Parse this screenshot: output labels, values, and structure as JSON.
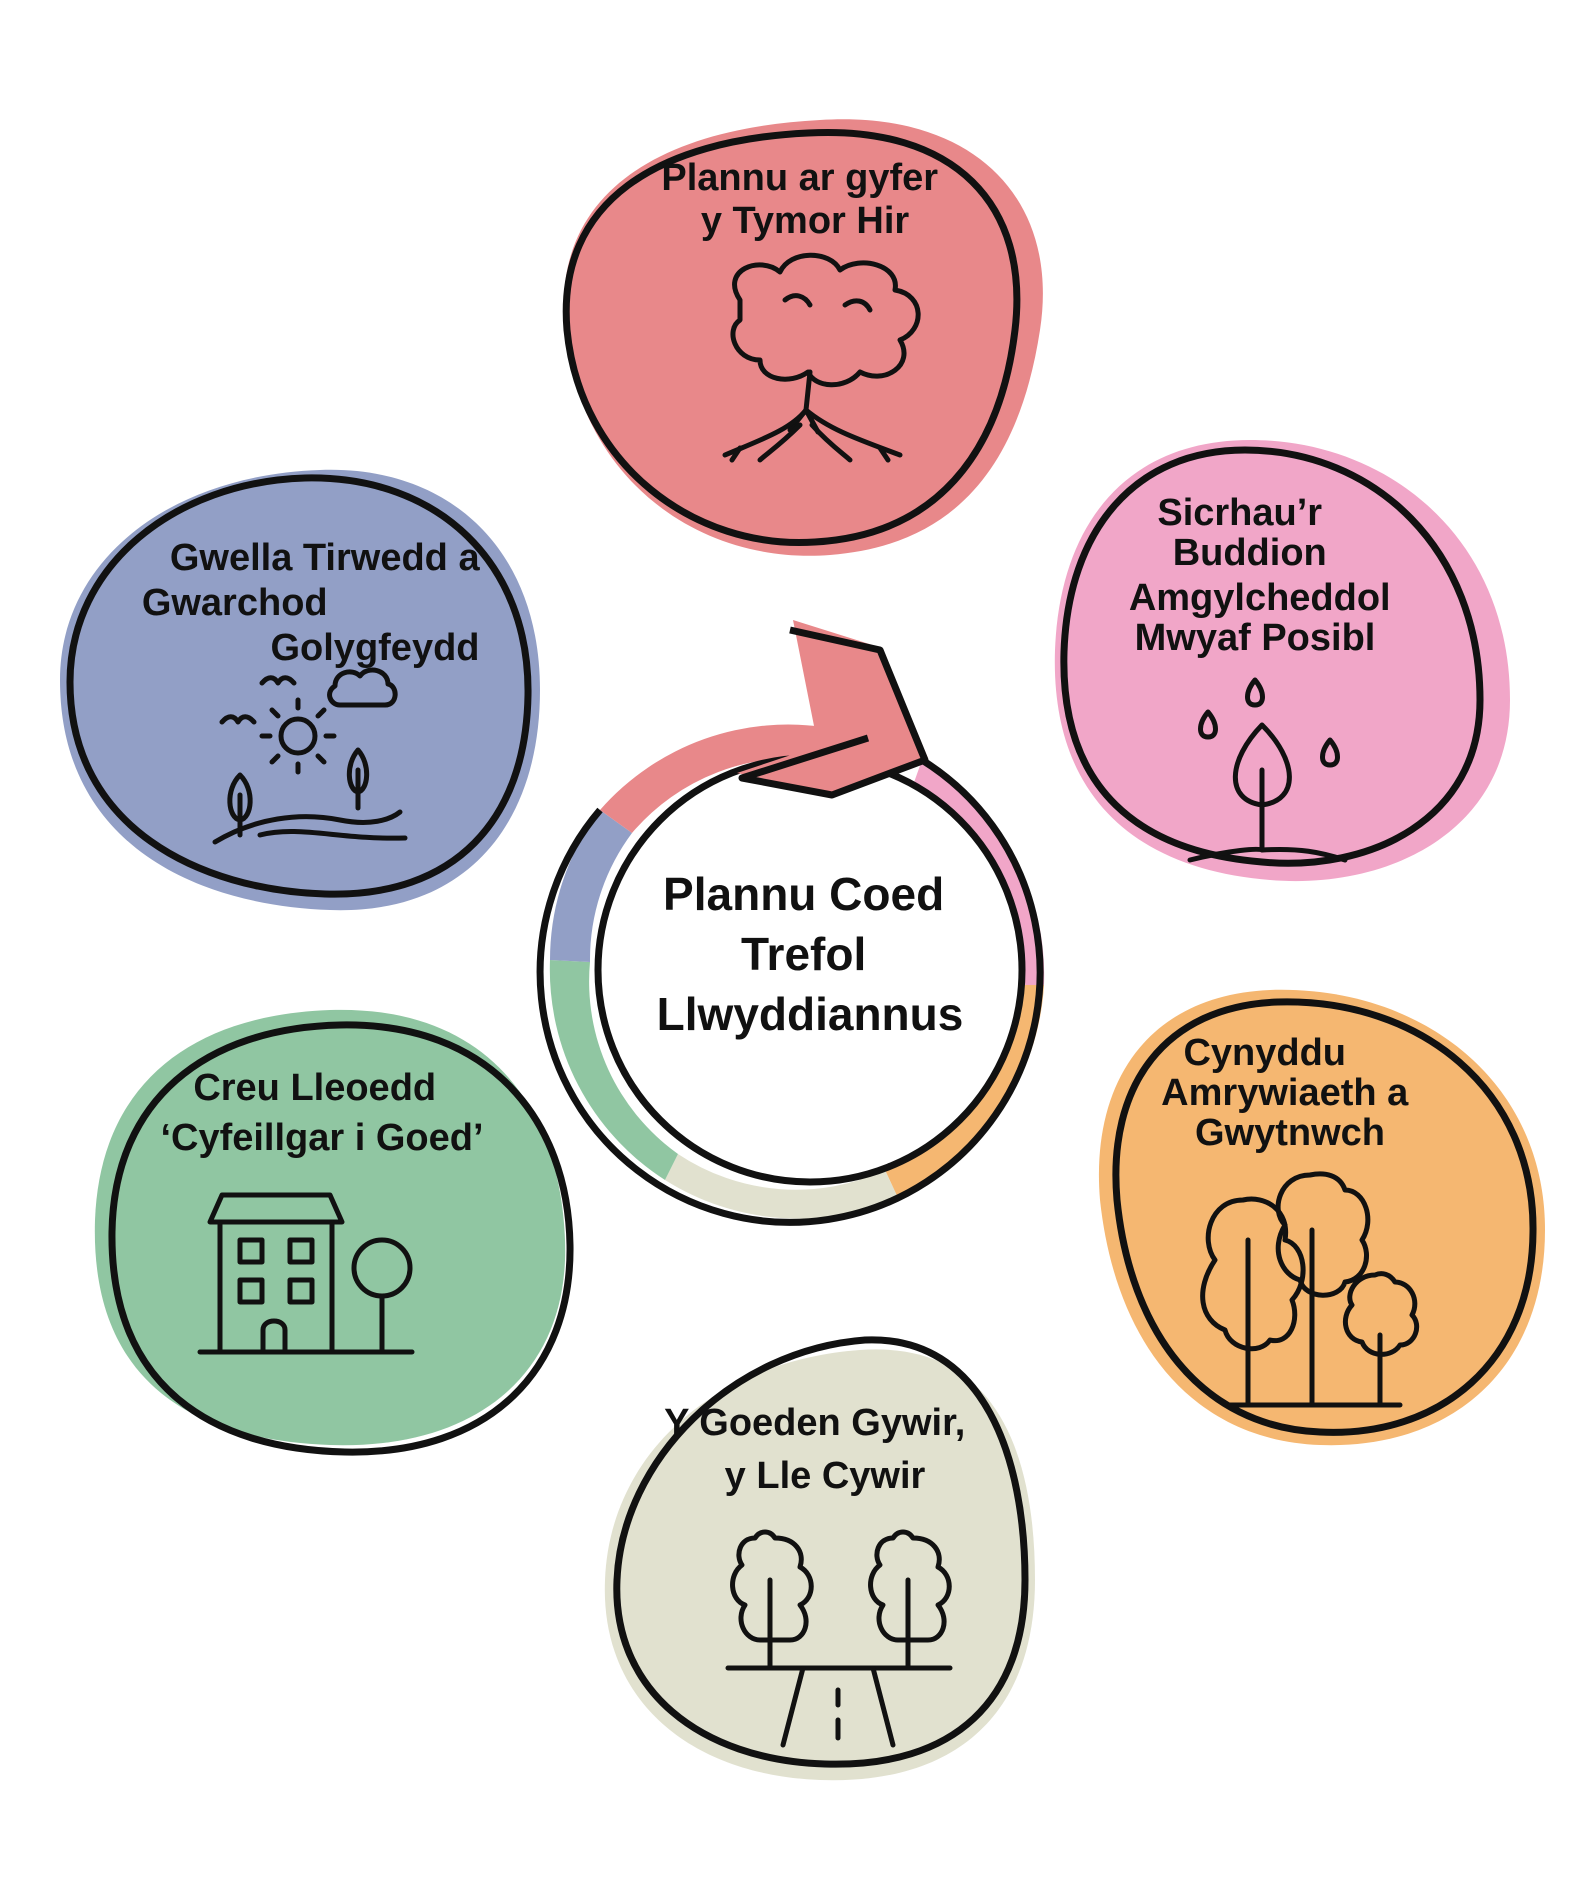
{
  "center": {
    "lines": [
      "Plannu Coed",
      "Trefol",
      "Llwyddiannus"
    ]
  },
  "petals": [
    {
      "id": "long-term",
      "lines": [
        "Plannu ar gyfer",
        "y Tymor Hir"
      ],
      "color": "#e8888a",
      "icon": "tree-roots-icon"
    },
    {
      "id": "environmental",
      "lines": [
        "Sicrhau’r",
        "Buddion",
        "Amgylcheddol",
        "Mwyaf Posibl"
      ],
      "color": "#f1a6c8",
      "icon": "sapling-rain-icon"
    },
    {
      "id": "diversity",
      "lines": [
        "Cynyddu",
        "Amrywiaeth a",
        "Gwytnwch"
      ],
      "color": "#f5b771",
      "icon": "three-trees-icon"
    },
    {
      "id": "right-tree",
      "lines": [
        "Y Goeden Gywir,",
        "y Lle Cywir"
      ],
      "color": "#e1e1cf",
      "icon": "road-trees-icon"
    },
    {
      "id": "tree-friendly",
      "lines": [
        "Creu Lleoedd",
        "‘Cyfeillgar i Goed’"
      ],
      "color": "#90c6a2",
      "icon": "building-tree-icon"
    },
    {
      "id": "landscape",
      "lines": [
        "Gwella Tirwedd a",
        "Gwarchod",
        "Golygfeydd"
      ],
      "color": "#929fc6",
      "icon": "landscape-sun-icon"
    }
  ],
  "ring": {
    "arrow_color": "#e8888a",
    "segment_colors": [
      "#f1a6c8",
      "#f5b771",
      "#e1e1cf",
      "#90c6a2",
      "#929fc6",
      "#e8888a"
    ]
  }
}
